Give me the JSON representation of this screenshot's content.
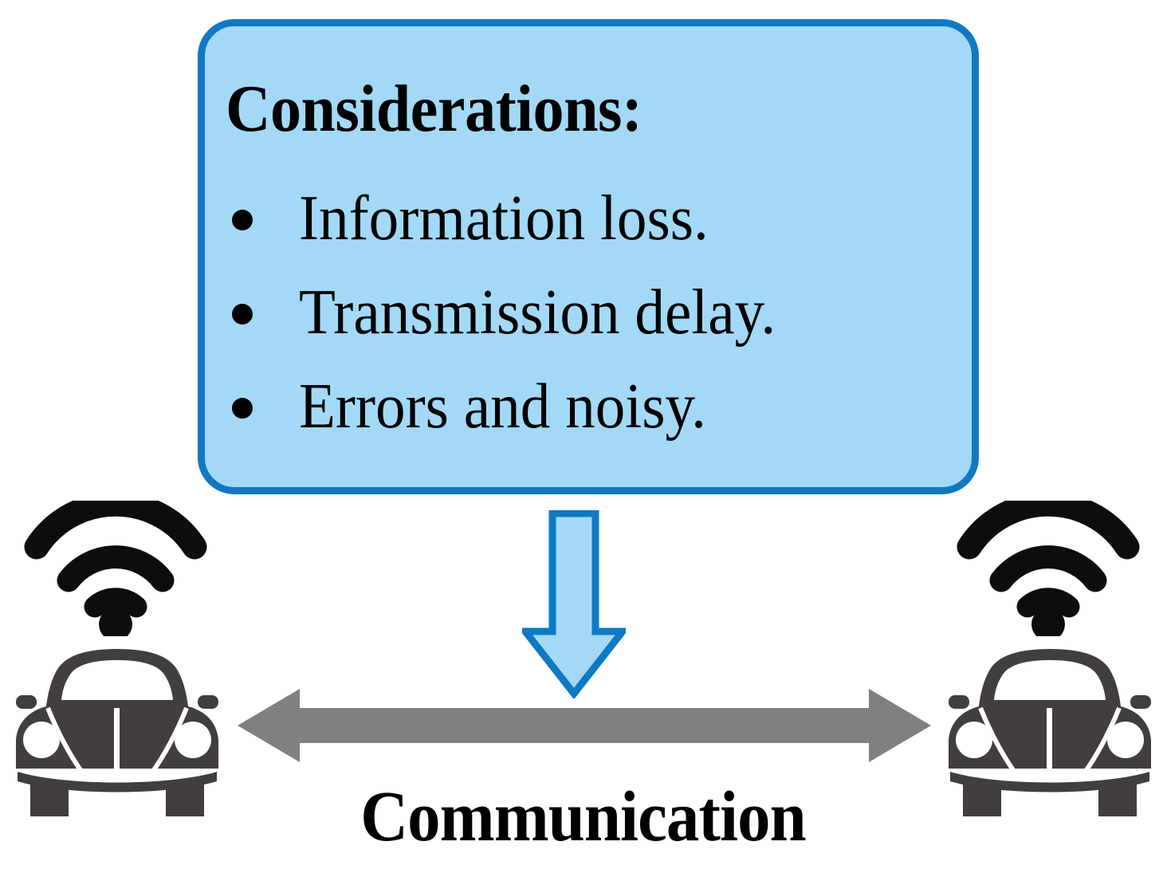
{
  "panel": {
    "title": "Considerations:",
    "items": [
      {
        "text": "Information loss."
      },
      {
        "text": "Transmission delay."
      },
      {
        "text": "Errors and noisy."
      }
    ],
    "fill_color": "#A3D9F7",
    "border_color": "#1278C4"
  },
  "down_arrow": {
    "fill_color": "#A3D9F7",
    "border_color": "#0E79C4",
    "direction": "down"
  },
  "communication_arrow": {
    "color": "#808080",
    "direction": "bidirectional"
  },
  "caption": {
    "label": "Communication"
  },
  "nodes": [
    {
      "id": "left",
      "wifi_label": "wifi-icon",
      "car_label": "car-icon",
      "car_color": "#413E3D",
      "wifi_color": "#0D0D0D"
    },
    {
      "id": "right",
      "wifi_label": "wifi-icon",
      "car_label": "car-icon",
      "car_color": "#413E3D",
      "wifi_color": "#0D0D0D"
    }
  ]
}
